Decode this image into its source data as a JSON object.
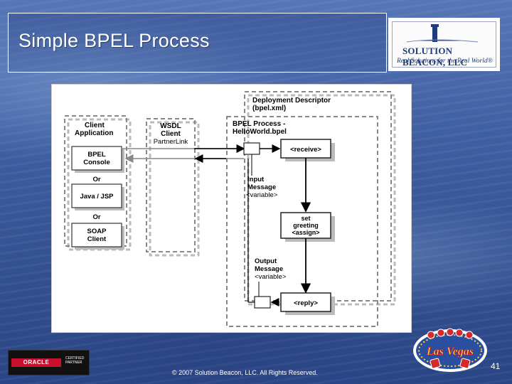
{
  "slide": {
    "title": "Simple BPEL Process",
    "footer": "© 2007 Solution Beacon, LLC. All Rights Reserved.",
    "number": "41"
  },
  "logos": {
    "company_name": "SOLUTION BEACON, LLC",
    "company_tagline": "Real Solutions for the Real World®",
    "partner_brand": "ORACLE",
    "partner_label": "CERTIFIED PARTNER",
    "event_label": "Las Vegas"
  },
  "diagram": {
    "client_group_title": "Client Application",
    "wsdl_group_title": "WSDL Client PartnerLink",
    "deployment_title": "Deployment Descriptor (bpel.xml)",
    "process_title": "BPEL Process - HelloWorld.bpel",
    "client_options": [
      "BPEL Console",
      "Java / JSP",
      "SOAP Client"
    ],
    "or_label": "Or",
    "steps": {
      "receive": "<receive>",
      "assign": "set greeting <assign>",
      "reply": "<reply>"
    },
    "variables": {
      "input": "Input Message <variable>",
      "output": "Output Message <variable>"
    }
  }
}
